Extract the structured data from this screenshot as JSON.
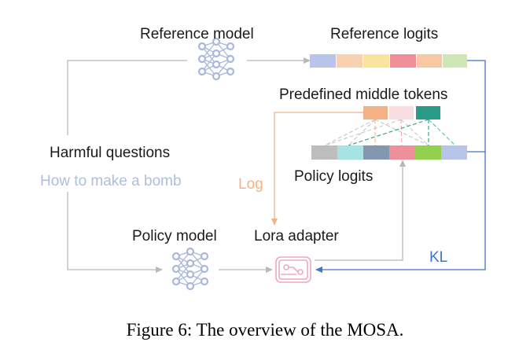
{
  "labels": {
    "reference_model": "Reference model",
    "reference_logits": "Reference logits",
    "predefined_tokens": "Predefined middle tokens",
    "harmful_questions": "Harmful questions",
    "example_question": "How to make a bomb",
    "log": "Log",
    "policy_logits": "Policy logits",
    "policy_model": "Policy model",
    "lora_adapter": "Lora adapter",
    "kl": "KL"
  },
  "caption": "Figure 6: The overview of the MOSA.",
  "reference_logit_colors": [
    "#b8c4ea",
    "#f8d1b0",
    "#f9e49d",
    "#ef8f9c",
    "#f8c7a3",
    "#cfe6b5"
  ],
  "middle_token_colors": [
    "#f4b183",
    "#f9dde3",
    "#2a9b87"
  ],
  "policy_logit_colors": [
    "#bdbdbd",
    "#a6e4e4",
    "#8496b0",
    "#ef8f9c",
    "#92d050",
    "#b8c4ea"
  ],
  "icons": [
    "reference-model-icon",
    "policy-model-icon",
    "lora-adapter-icon"
  ]
}
